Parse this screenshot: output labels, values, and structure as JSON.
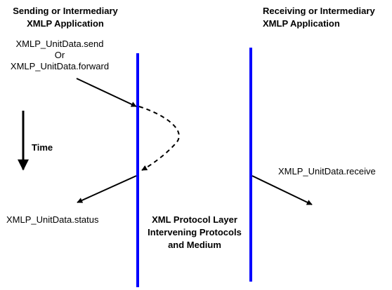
{
  "sender_heading": {
    "line1": "Sending or Intermediary",
    "line2": "XMLP Application"
  },
  "receiver_heading": {
    "line1": "Receiving or Intermediary",
    "line2": "XMLP Application"
  },
  "send_call": {
    "line1": "XMLP_UnitData.send",
    "line2": "Or",
    "line3": "XMLP_UnitData.forward"
  },
  "time_label": "Time",
  "receive_call": "XMLP_UnitData.receive",
  "status_call": "XMLP_UnitData.status",
  "protocol_layer": {
    "line1": "XML Protocol Layer",
    "line2": "Intervening Protocols",
    "line3": "and Medium"
  },
  "colors": {
    "lifeline": "#0000ff",
    "arrow": "#000000",
    "text": "#000000"
  }
}
